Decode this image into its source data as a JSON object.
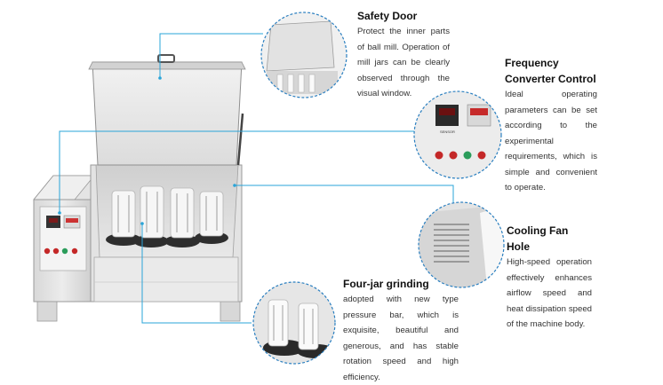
{
  "features": {
    "safety_door": {
      "title": "Safety Door",
      "body": "Protect the inner parts of ball mill. Operation of mill jars can be clearly observed through the visual window."
    },
    "frequency_converter": {
      "title": "Frequency Converter Control",
      "body": "Ideal operating parameters can be set according to the experimental requirements, which is simple and convenient to operate."
    },
    "cooling_fan": {
      "title": "Cooling Fan Hole",
      "body": "High-speed operation effectively enhances airflow speed and heat dissipation speed of the machine body."
    },
    "four_jar": {
      "title": "Four-jar grinding",
      "body": "adopted with new type pressure bar, which is exquisite, beautiful and generous, and has stable rotation speed and high efficiency."
    }
  },
  "colors": {
    "leader_line": "#2aa4d8",
    "dashed_circle": "#2a7fc0",
    "machine_body": "#e6e6e6",
    "machine_edge": "#9a9a9a"
  },
  "icons": [
    "ball-mill-machine",
    "control-panel-display",
    "cooling-vent",
    "grinding-jars"
  ]
}
